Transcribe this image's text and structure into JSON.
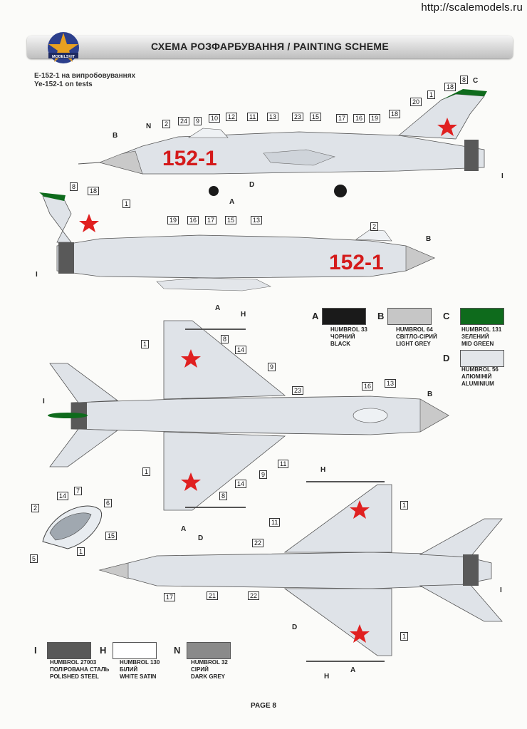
{
  "watermark": "http://scalemodels.ru",
  "header": {
    "title": "СХЕМА РОЗФАРБУВАННЯ / PAINTING SCHEME",
    "logo_text": "MODELSVIT"
  },
  "aircraft": {
    "name_ua": "Е-152-1 на випробовуваннях",
    "name_en": "Ye-152-1 on tests",
    "side_number": "152-1"
  },
  "paints": [
    {
      "code": "A",
      "name": "HUMBROL 33",
      "ua": "ЧОРНИЙ",
      "en": "BLACK",
      "color": "#1a1a1a"
    },
    {
      "code": "B",
      "name": "HUMBROL 64",
      "ua": "СВІТЛО-СІРИЙ",
      "en": "LIGHT GREY",
      "color": "#c6c6c6"
    },
    {
      "code": "C",
      "name": "HUMBROL 131",
      "ua": "ЗЕЛЕНИЙ",
      "en": "MID GREEN",
      "color": "#0e6b1c"
    },
    {
      "code": "D",
      "name": "HUMBROL 56",
      "ua": "АЛЮМІНІЙ",
      "en": "ALUMINIUM",
      "color": "#e3e6ea"
    },
    {
      "code": "I",
      "name": "HUMBROL 27003",
      "ua": "ПОЛІРОВАНА СТАЛЬ",
      "en": "POLISHED STEEL",
      "color": "#595959"
    },
    {
      "code": "H",
      "name": "HUMBROL 130",
      "ua": "БІЛИЙ",
      "en": "WHITE SATIN",
      "color": "#ffffff"
    },
    {
      "code": "N",
      "name": "HUMBROL 32",
      "ua": "СІРИЙ",
      "en": "DARK GREY",
      "color": "#8a8a8a"
    }
  ],
  "callouts": {
    "side1": [
      "2",
      "24",
      "9",
      "10",
      "12",
      "11",
      "13",
      "23",
      "15",
      "17",
      "16",
      "19",
      "18",
      "20",
      "1",
      "18",
      "8"
    ],
    "side2": [
      "8",
      "18",
      "1",
      "19",
      "16",
      "17",
      "15",
      "13",
      "2"
    ],
    "top": [
      "1",
      "8",
      "14",
      "9",
      "23",
      "16",
      "13",
      "1",
      "14",
      "8",
      "9",
      "11"
    ],
    "bottom": [
      "11",
      "22",
      "21",
      "17",
      "22",
      "1",
      "1"
    ],
    "canopy": [
      "2",
      "14",
      "7",
      "6",
      "15",
      "5",
      "1"
    ]
  },
  "paint_refs": {
    "A": "A",
    "B": "B",
    "C": "C",
    "D": "D",
    "H": "H",
    "I": "I",
    "N": "N"
  },
  "page": "PAGE 8",
  "colors": {
    "star": "#e02020",
    "number": "#d41a1a",
    "green": "#0e6b1c"
  }
}
